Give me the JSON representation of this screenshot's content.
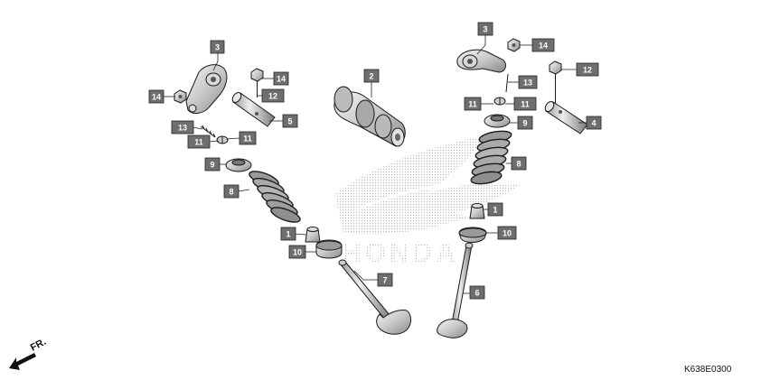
{
  "watermark": {
    "brand_text": "HONDA"
  },
  "direction_indicator": {
    "label": "FR."
  },
  "diagram_code": "K638E0300",
  "callouts": [
    {
      "id": "c-3-left",
      "number": "3"
    },
    {
      "id": "c-14-left-a",
      "number": "14"
    },
    {
      "id": "c-14-left-b",
      "number": "14"
    },
    {
      "id": "c-12-left",
      "number": "12"
    },
    {
      "id": "c-5",
      "number": "5"
    },
    {
      "id": "c-13-left",
      "number": "13"
    },
    {
      "id": "c-11-left-a",
      "number": "11"
    },
    {
      "id": "c-11-left-b",
      "number": "11"
    },
    {
      "id": "c-9-left",
      "number": "9"
    },
    {
      "id": "c-8-left",
      "number": "8"
    },
    {
      "id": "c-1-left",
      "number": "1"
    },
    {
      "id": "c-10-left",
      "number": "10"
    },
    {
      "id": "c-7",
      "number": "7"
    },
    {
      "id": "c-2",
      "number": "2"
    },
    {
      "id": "c-3-right",
      "number": "3"
    },
    {
      "id": "c-14-right",
      "number": "14"
    },
    {
      "id": "c-12-right",
      "number": "12"
    },
    {
      "id": "c-13-right",
      "number": "13"
    },
    {
      "id": "c-4",
      "number": "4"
    },
    {
      "id": "c-11-right-a",
      "number": "11"
    },
    {
      "id": "c-11-right-b",
      "number": "11"
    },
    {
      "id": "c-9-right",
      "number": "9"
    },
    {
      "id": "c-8-right",
      "number": "8"
    },
    {
      "id": "c-1-right",
      "number": "1"
    },
    {
      "id": "c-10-right",
      "number": "10"
    },
    {
      "id": "c-6",
      "number": "6"
    }
  ]
}
